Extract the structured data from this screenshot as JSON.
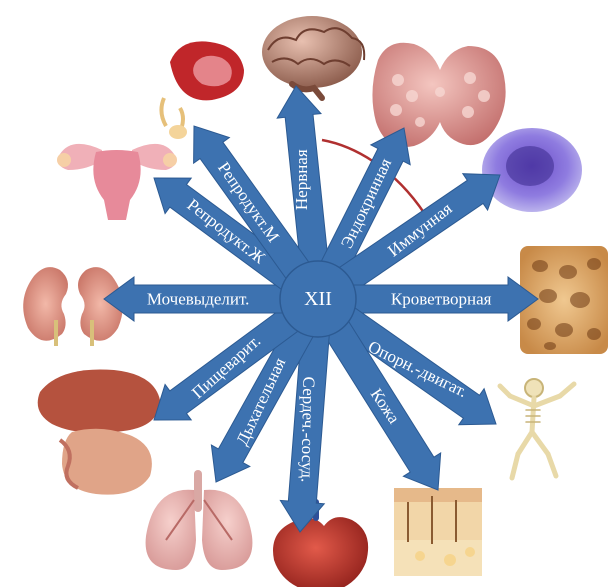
{
  "center": {
    "label": "XII",
    "color": "#3d72b0"
  },
  "arrow_color": "#3d72b0",
  "arrow_edge": "#2c5a92",
  "connector_color": "#b03030",
  "systems": [
    {
      "label": "Нервная",
      "icon": "brain-icon"
    },
    {
      "label": "Эндокринная",
      "icon": "thyroid-gland-icon"
    },
    {
      "label": "Иммунная",
      "icon": "immune-cell-icon"
    },
    {
      "label": "Кроветворная",
      "icon": "bone-marrow-icon"
    },
    {
      "label": "Опорн.-двигат.",
      "icon": "skeleton-icon"
    },
    {
      "label": "Кожа",
      "icon": "skin-section-icon"
    },
    {
      "label": "Сердеч.-сосуд.",
      "icon": "heart-icon"
    },
    {
      "label": "Дыхательная",
      "icon": "lungs-icon"
    },
    {
      "label": "Пищеварит.",
      "icon": "digestive-organs-icon"
    },
    {
      "label": "Мочевыделит.",
      "icon": "kidneys-icon"
    },
    {
      "label": "Репродукт.Ж",
      "icon": "female-reproductive-icon"
    },
    {
      "label": "Репродукт.М",
      "icon": "male-reproductive-icon"
    }
  ]
}
